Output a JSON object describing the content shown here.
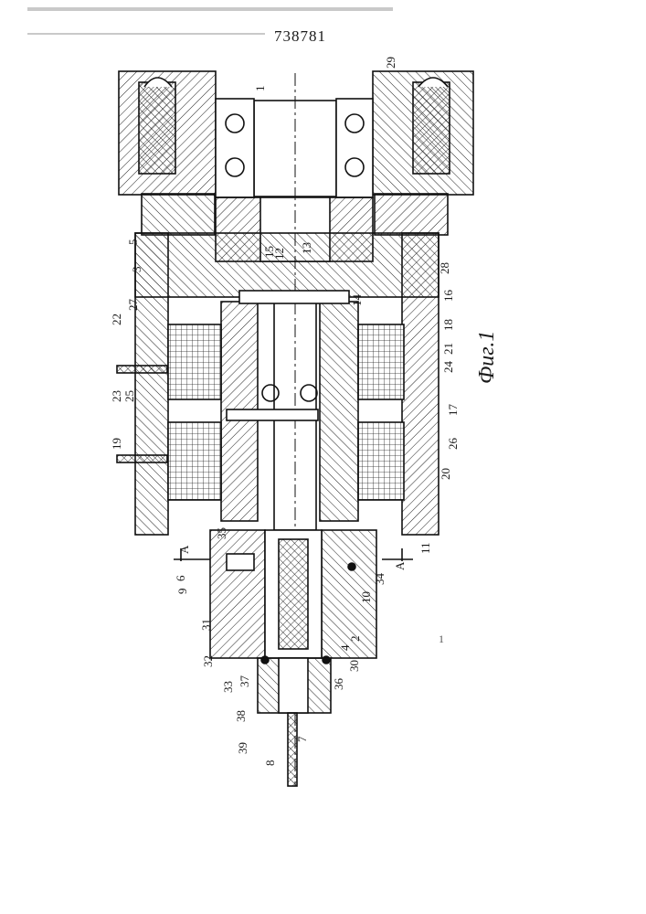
{
  "document": {
    "patent_number": "738781",
    "figure_label": "Фиг.1",
    "section_marker": "A",
    "stray_mark": "1",
    "part_labels": [
      "1",
      "29",
      "3",
      "5",
      "15",
      "12",
      "13",
      "28",
      "27",
      "14",
      "16",
      "22",
      "18",
      "21",
      "24",
      "23",
      "25",
      "17",
      "19",
      "26",
      "20",
      "11",
      "35",
      "6",
      "9",
      "34",
      "10",
      "31",
      "2",
      "4",
      "32",
      "30",
      "33",
      "37",
      "36",
      "38",
      "39",
      "7",
      "8"
    ]
  }
}
